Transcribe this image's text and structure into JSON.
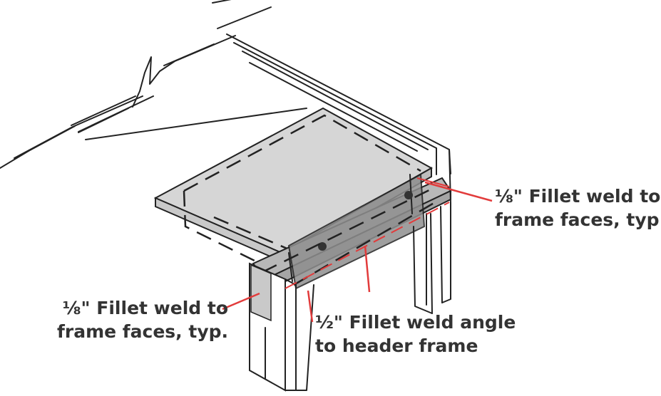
{
  "colors": {
    "line": "#222222",
    "leader": "#e23b3b",
    "plate_fill": "#d6d6d6",
    "text": "#333333"
  },
  "callouts": {
    "right": {
      "line1": "⅛\" Fillet weld to",
      "line2": "frame faces, typ."
    },
    "left": {
      "line1": "⅛\" Fillet weld to",
      "line2": "frame faces, typ."
    },
    "bottom": {
      "line1": "½\" Fillet weld angle",
      "line2": "to header frame"
    }
  }
}
